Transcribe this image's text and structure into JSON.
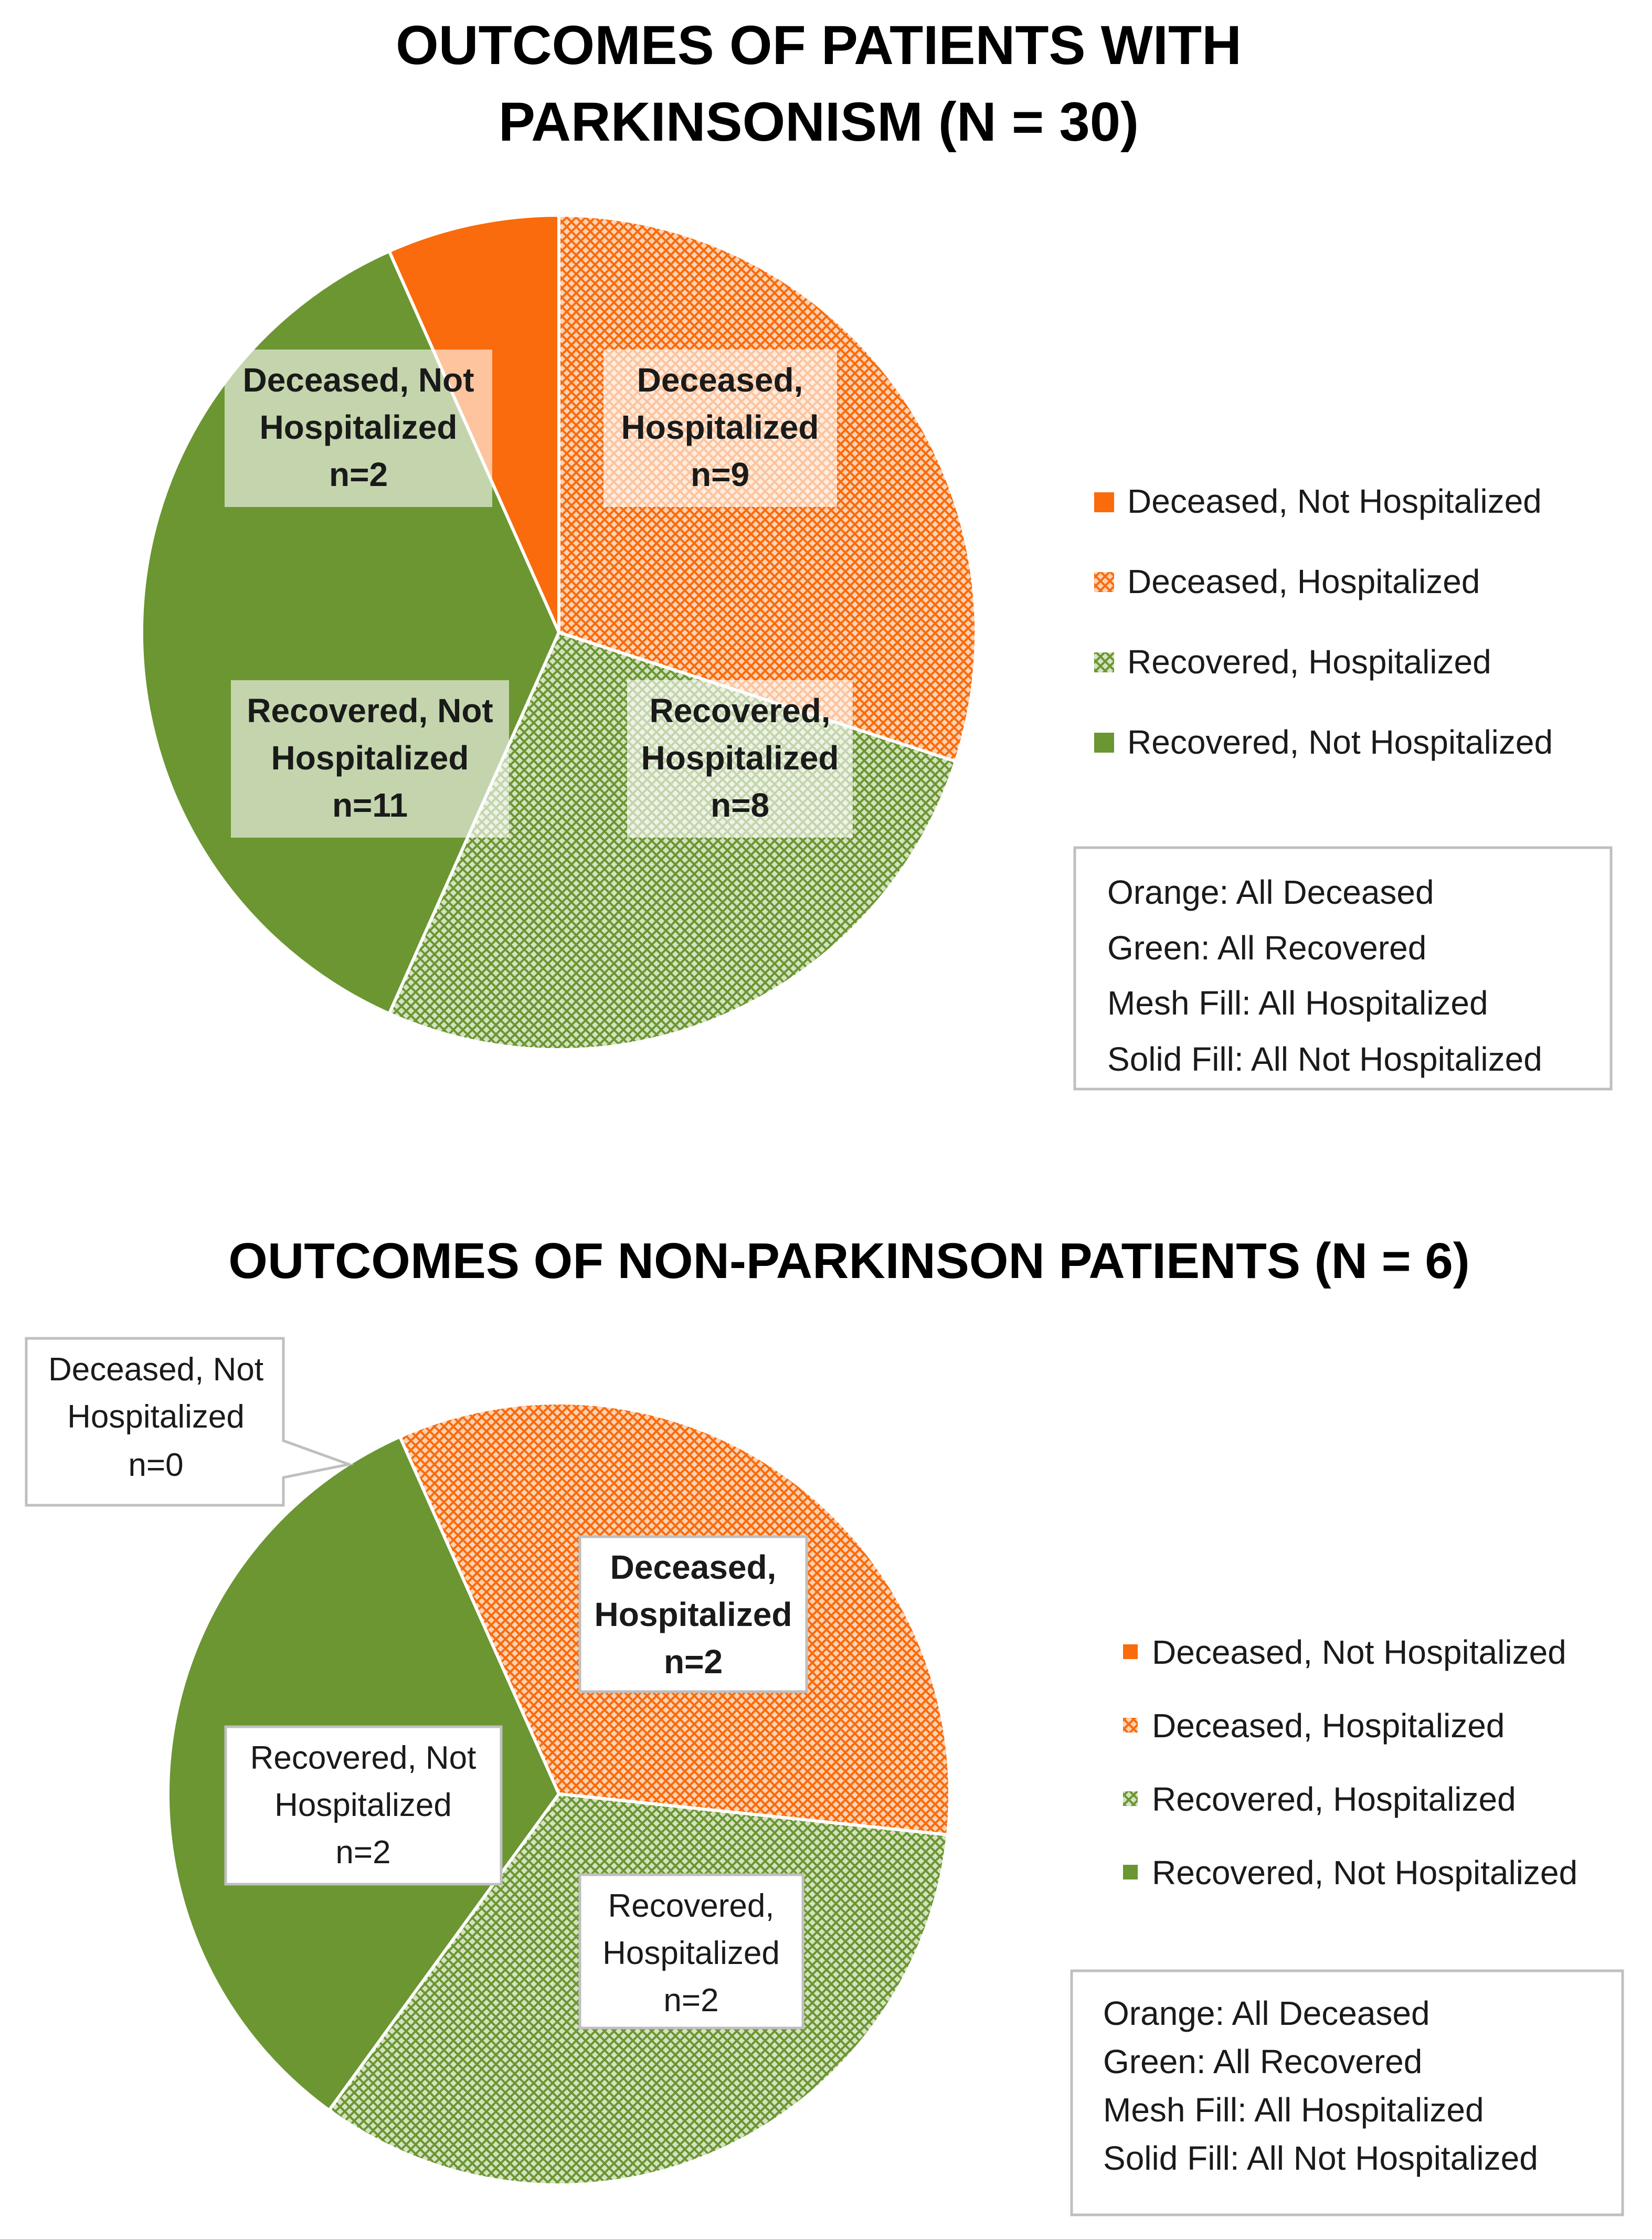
{
  "chart_data": [
    {
      "type": "pie",
      "title": "OUTCOMES OF PATIENTS WITH PARKINSONISM (N = 30)",
      "title_lines": [
        "OUTCOMES OF PATIENTS WITH",
        "PARKINSONISM (N = 30)"
      ],
      "labels": [
        "Deceased, Not Hospitalized",
        "Deceased, Hospitalized",
        "Recovered, Hospitalized",
        "Recovered, Not Hospitalized"
      ],
      "values": [
        2,
        9,
        8,
        11
      ],
      "data_labels": [
        [
          "Deceased, Not",
          "Hospitalized",
          "n=2"
        ],
        [
          "Deceased,",
          "Hospitalized",
          "n=9"
        ],
        [
          "Recovered,",
          "Hospitalized",
          "n=8"
        ],
        [
          "Recovered, Not",
          "Hospitalized",
          "n=11"
        ]
      ],
      "legend_position": "right",
      "key_lines": [
        "Orange: All Deceased",
        "Green: All Recovered",
        "Mesh Fill: All Hospitalized",
        "Solid Fill: All Not Hospitalized"
      ]
    },
    {
      "type": "pie",
      "title": "OUTCOMES OF NON-PARKINSON PATIENTS (N = 6)",
      "title_lines": [
        "OUTCOMES OF NON-PARKINSON PATIENTS (N = 6)"
      ],
      "labels": [
        "Deceased, Not Hospitalized",
        "Deceased, Hospitalized",
        "Recovered, Hospitalized",
        "Recovered, Not Hospitalized"
      ],
      "values": [
        0,
        2,
        2,
        2
      ],
      "data_labels": [
        [
          "Deceased, Not",
          "Hospitalized",
          "n=0"
        ],
        [
          "Deceased,",
          "Hospitalized",
          "n=2"
        ],
        [
          "Recovered,",
          "Hospitalized",
          "n=2"
        ],
        [
          "Recovered, Not",
          "Hospitalized",
          "n=2"
        ]
      ],
      "legend_position": "right",
      "key_lines": [
        "Orange: All Deceased",
        "Green: All Recovered",
        "Mesh Fill: All Hospitalized",
        "Solid Fill: All Not Hospitalized"
      ]
    }
  ],
  "colors": {
    "orange": "#f96b0c",
    "green": "#6b9632",
    "orange_mesh_bg": "#fcd2b4",
    "green_mesh_bg": "#d4e2c0",
    "border": "#bfbfbf",
    "text": "#1a1a1a"
  }
}
